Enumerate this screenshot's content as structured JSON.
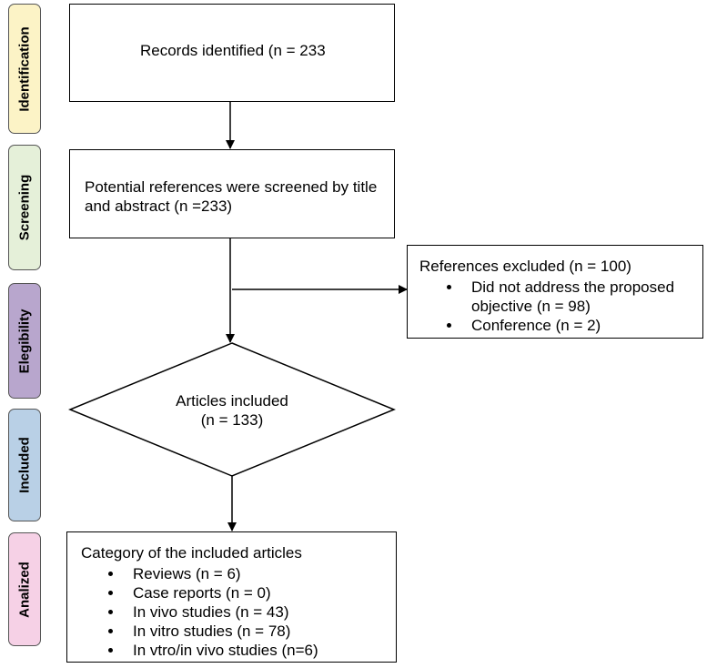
{
  "stages": [
    {
      "label": "Identification",
      "color": "#fcf3c6"
    },
    {
      "label": "Screening",
      "color": "#e5f0d9"
    },
    {
      "label": "Elegibility",
      "color": "#b8a6cd"
    },
    {
      "label": "Included",
      "color": "#b9d0e6"
    },
    {
      "label": "Analized",
      "color": "#f6d1e6"
    }
  ],
  "boxes": {
    "identified": "Records identified (n = 233",
    "screened": "Potential references were screened by title and abstract (n =233)",
    "excluded": {
      "title": "References excluded (n = 100)",
      "items": [
        "Did not address the proposed objective (n = 98)",
        "Conference (n = 2)"
      ]
    },
    "included": {
      "line1": "Articles included",
      "line2": "(n = 133)"
    },
    "category": {
      "title": "Category of the included articles",
      "items": [
        "Reviews (n = 6)",
        "Case reports (n = 0)",
        "In vivo studies (n = 43)",
        "In vitro studies (n = 78)",
        "In vtro/in vivo studies (n=6)"
      ]
    }
  }
}
